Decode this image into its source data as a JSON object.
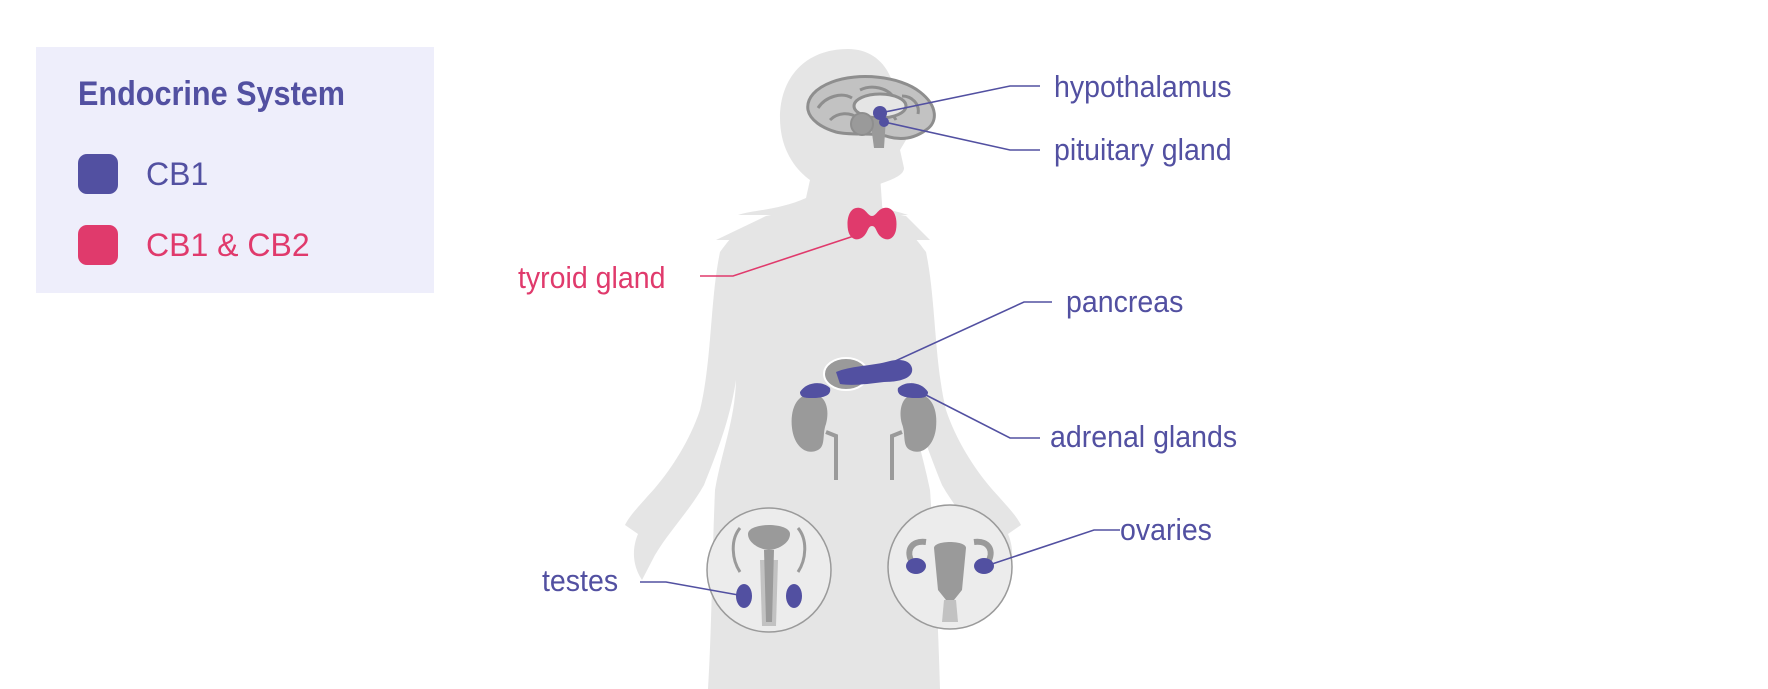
{
  "legend": {
    "title": "Endocrine System",
    "items": [
      {
        "label": "CB1",
        "color": "#5250a1"
      },
      {
        "label": "CB1 & CB2",
        "color": "#e03a6c"
      }
    ]
  },
  "labels": {
    "hypothalamus": "hypothalamus",
    "pituitary": "pituitary gland",
    "thyroid": "tyroid gland",
    "pancreas": "pancreas",
    "adrenal": "adrenal glands",
    "ovaries": "ovaries",
    "testes": "testes"
  },
  "colors": {
    "cb1": "#5250a1",
    "cb1_cb2": "#e03a6c",
    "silhouette": "#e5e5e5",
    "organ_gray": "#9a9a9a"
  }
}
